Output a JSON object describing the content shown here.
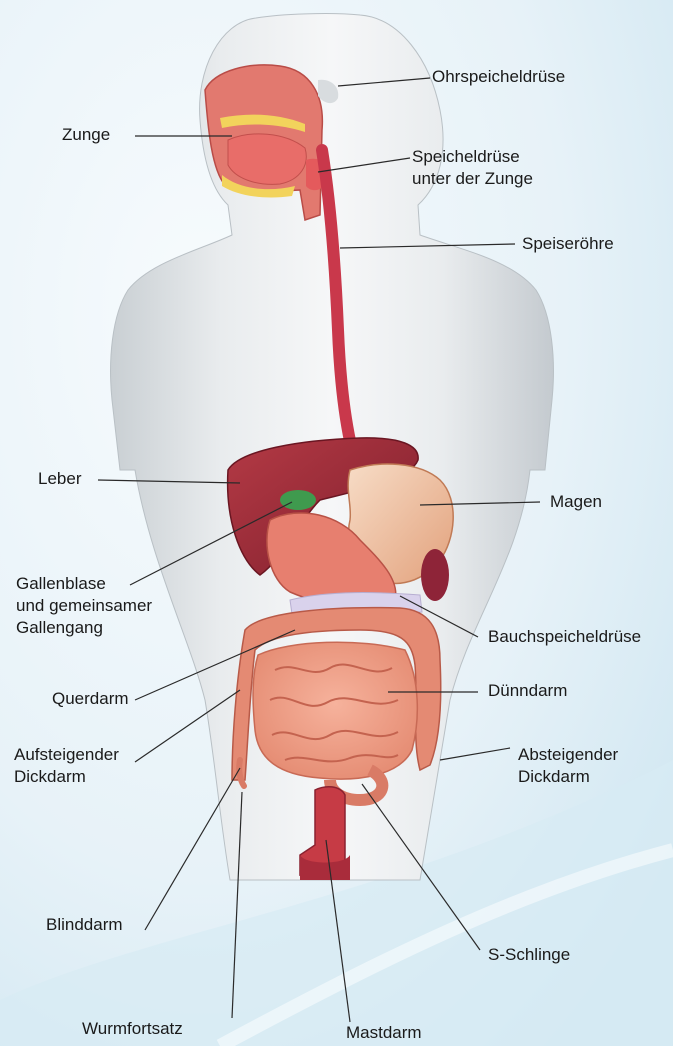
{
  "labels": {
    "ohrspeicheldruese": "Ohrspeicheldrüse",
    "zunge": "Zunge",
    "speicheldruese_zunge_1": "Speicheldrüse",
    "speicheldruese_zunge_2": "unter der Zunge",
    "speiseroehre": "Speiseröhre",
    "leber": "Leber",
    "magen": "Magen",
    "gallenblase_1": "Gallenblase",
    "gallenblase_2": "und gemeinsamer",
    "gallenblase_3": "Gallengang",
    "bauchspeicheldruese": "Bauchspeicheldrüse",
    "querdarm": "Querdarm",
    "duenndarm": "Dünndarm",
    "aufsteigender_1": "Aufsteigender",
    "aufsteigender_2": "Dickdarm",
    "absteigender_1": "Absteigender",
    "absteigender_2": "Dickdarm",
    "blinddarm": "Blinddarm",
    "s_schlinge": "S-Schlinge",
    "wurmfortsatz": "Wurmfortsatz",
    "mastdarm": "Mastdarm"
  }
}
